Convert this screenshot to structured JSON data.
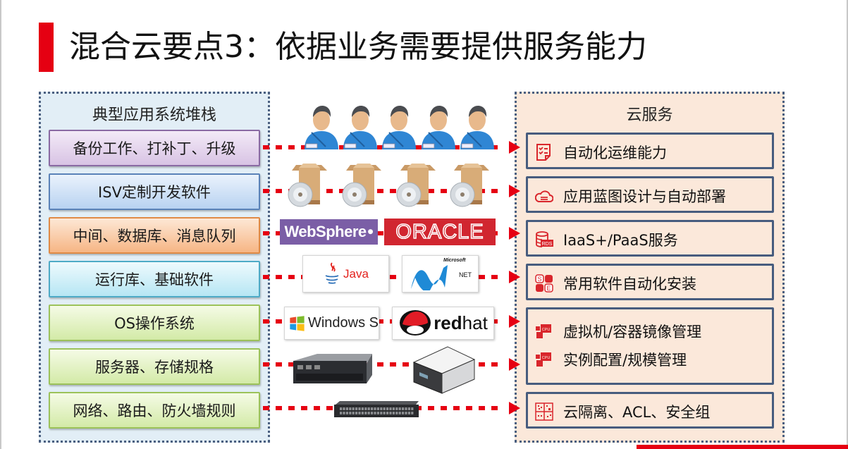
{
  "slide": {
    "title": "混合云要点3：依据业务需要提供服务能力",
    "accent_color": "#e50012"
  },
  "left_panel": {
    "heading": "典型应用系统堆栈",
    "items": [
      {
        "label": "备份工作、打补丁、升级",
        "color": "purple"
      },
      {
        "label": "ISV定制开发软件",
        "color": "blue"
      },
      {
        "label": "中间、数据库、消息队列",
        "color": "orange"
      },
      {
        "label": "运行库、基础软件",
        "color": "cyan"
      },
      {
        "label": "OS操作系统",
        "color": "green"
      },
      {
        "label": "服务器、存储规格",
        "color": "green"
      },
      {
        "label": "网络、路由、防火墙规则",
        "color": "green"
      }
    ]
  },
  "middle": {
    "rows": [
      {
        "images": [
          "user-icon",
          "user-icon",
          "user-icon",
          "user-icon",
          "user-icon"
        ]
      },
      {
        "images": [
          "software-box-icon",
          "software-box-icon",
          "software-box-icon",
          "software-box-icon"
        ]
      },
      {
        "logos": [
          "WebSphere",
          "ORACLE"
        ]
      },
      {
        "logos": [
          "Java",
          "NET"
        ],
        "microsoft_label": "Microsoft"
      },
      {
        "logos": [
          "Windows S",
          "redhat"
        ]
      },
      {
        "images": [
          "rack-server-icon",
          "tower-server-icon"
        ]
      },
      {
        "images": [
          "network-switch-icon"
        ]
      }
    ]
  },
  "right_panel": {
    "heading": "云服务",
    "services": [
      {
        "label": "自动化运维能力",
        "icon": "checklist-icon"
      },
      {
        "label": "应用蓝图设计与自动部署",
        "icon": "cloud-icon"
      },
      {
        "label": "IaaS+/PaaS服务",
        "icon": "database-rds-icon",
        "icon_text": "RDS"
      },
      {
        "label": "常用软件自动化安装",
        "icon": "software-tiles-icon",
        "icon_text_1": "S",
        "icon_text_2": "E"
      },
      {
        "label": "虚拟机/容器镜像管理",
        "icon": "cpu-icon",
        "icon_text": "CPU"
      },
      {
        "label": "实例配置/规模管理",
        "icon": "cpu-icon",
        "icon_text": "CPU"
      },
      {
        "label": "云隔离、ACL、安全组",
        "icon": "security-grid-icon"
      }
    ]
  }
}
